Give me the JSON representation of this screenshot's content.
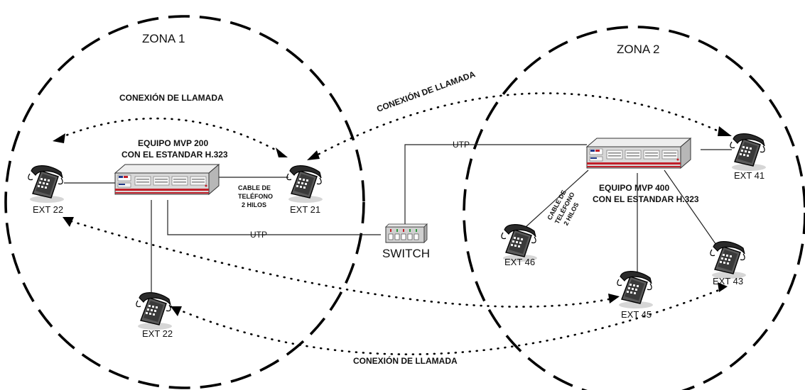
{
  "zones": {
    "zona1": "ZONA 1",
    "zona2": "ZONA 2"
  },
  "labels": {
    "conexion_top_left": "CONEXIÓN DE LLAMADA",
    "conexion_middle": "CONEXIÓN DE LLAMADA",
    "conexion_bottom": "CONEXIÓN DE LLAMADA",
    "mvp200_line1": "EQUIPO  MVP 200",
    "mvp200_line2": "CON EL ESTANDAR H.323",
    "mvp400_line1": "EQUIPO MVP 400",
    "mvp400_line2": "CON EL ESTANDAR H.323",
    "cable_left_line1": "CABLE DE",
    "cable_left_line2": "TELÉFONO",
    "cable_left_line3": "2 HILOS",
    "cable_right_line1": "CABLE DE",
    "cable_right_line2": "TELÉFONO",
    "cable_right_line3": "2 HILOS",
    "utp_left": "UTP",
    "utp_right": "UTP",
    "switch": "SWITCH"
  },
  "phones": {
    "ext22_left": "EXT 22",
    "ext21": "EXT 21",
    "ext22_bottom": "EXT 22",
    "ext41": "EXT 41",
    "ext46": "EXT 46",
    "ext45": "EXT 45",
    "ext43": "EXT 43"
  },
  "colors": {
    "device_red": "#c0202a",
    "device_gray": "#d8d8d8",
    "phone_dark": "#333333",
    "switch_green": "#2e9a3c"
  }
}
